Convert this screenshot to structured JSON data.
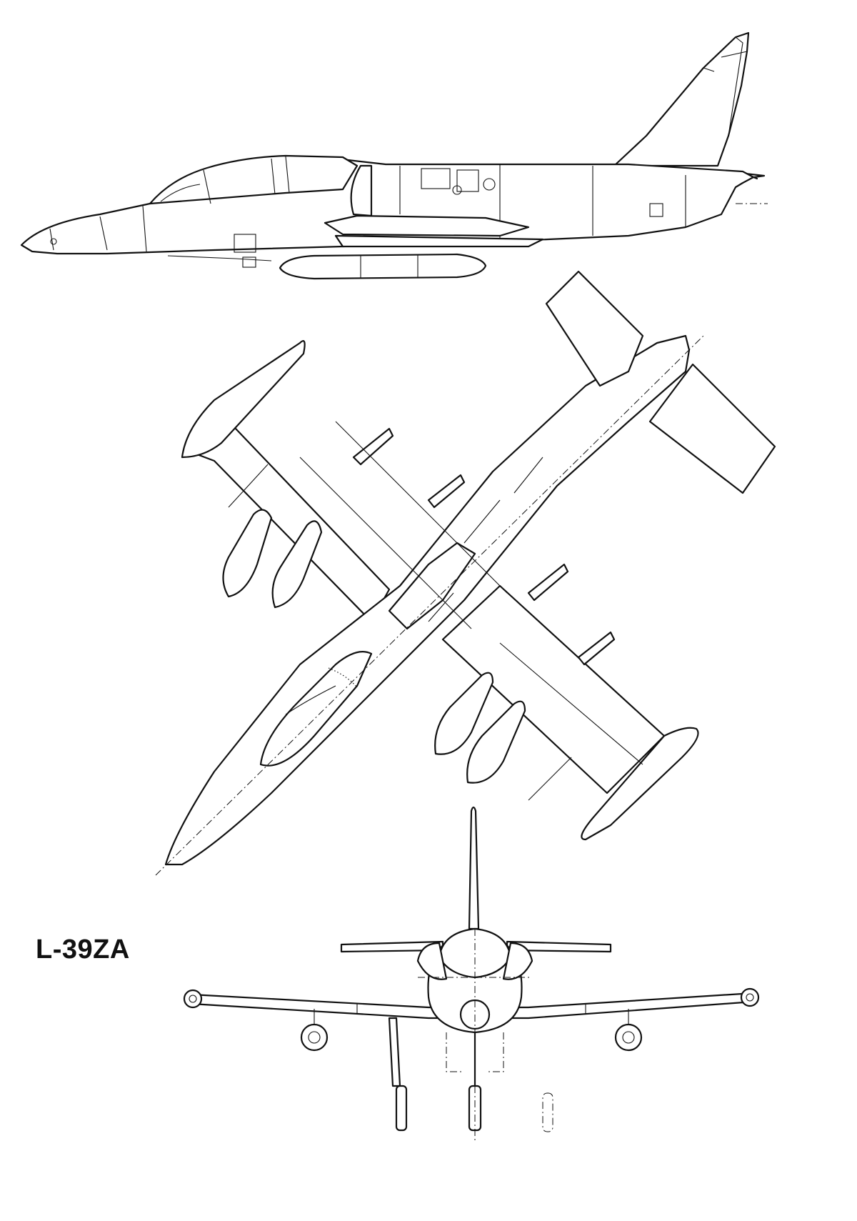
{
  "drawing": {
    "designation": "L-39ZA",
    "views": [
      "side",
      "top",
      "front"
    ]
  },
  "colors": {
    "line": "#111111",
    "background": "#ffffff"
  }
}
